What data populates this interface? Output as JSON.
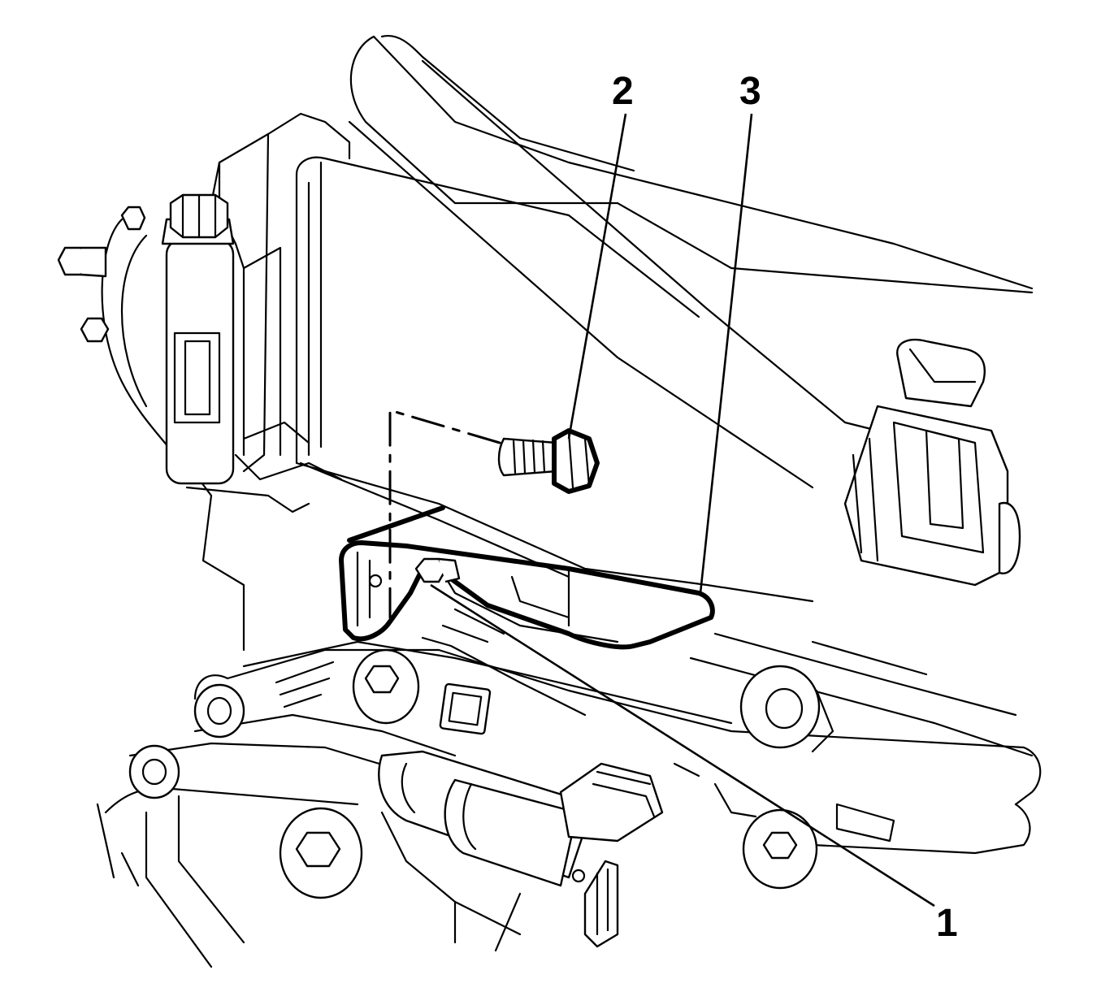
{
  "callouts": [
    {
      "id": "callout-1",
      "label": "1"
    },
    {
      "id": "callout-2",
      "label": "2"
    },
    {
      "id": "callout-3",
      "label": "3"
    }
  ],
  "colors": {
    "line": "#000000",
    "background": "#ffffff"
  }
}
